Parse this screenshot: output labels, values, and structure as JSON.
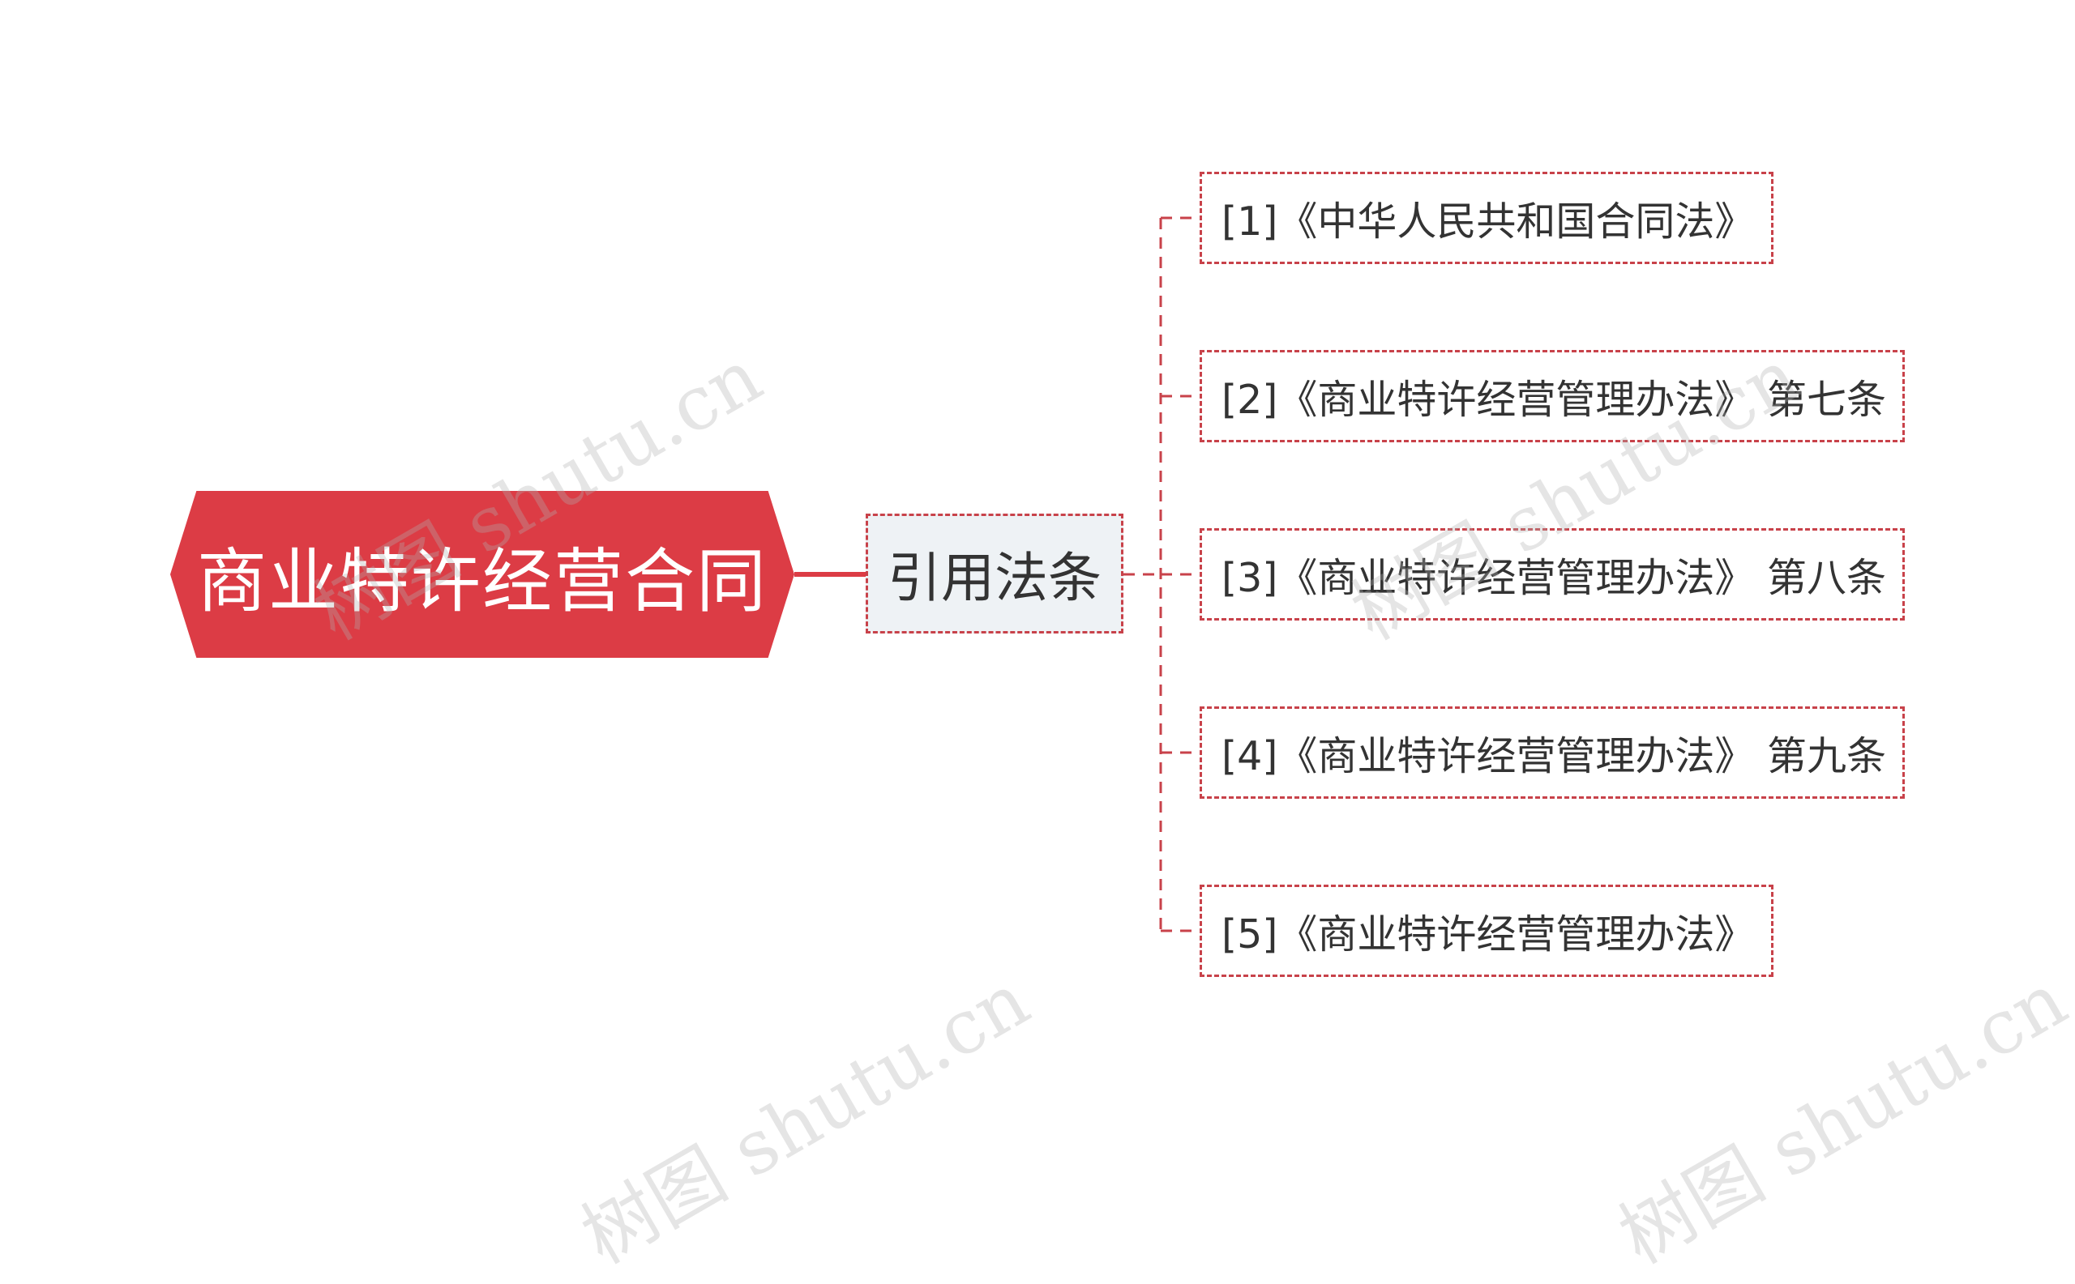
{
  "diagram": {
    "root": {
      "label": "商业特许经营合同",
      "fill_color": "#dc3c45",
      "text_color": "#ffffff"
    },
    "branch": {
      "label": "引用法条",
      "fill_color": "#eef2f5",
      "border_color": "#c8424a"
    },
    "leaves": [
      {
        "label": "[1]《中华人民共和国合同法》"
      },
      {
        "label": "[2]《商业特许经营管理办法》 第七条"
      },
      {
        "label": "[3]《商业特许经营管理办法》 第八条"
      },
      {
        "label": "[4]《商业特许经营管理办法》 第九条"
      },
      {
        "label": "[5]《商业特许经营管理办法》"
      }
    ],
    "connector_color": "#c8424a"
  },
  "watermark": {
    "text": "树图 shutu.cn"
  }
}
